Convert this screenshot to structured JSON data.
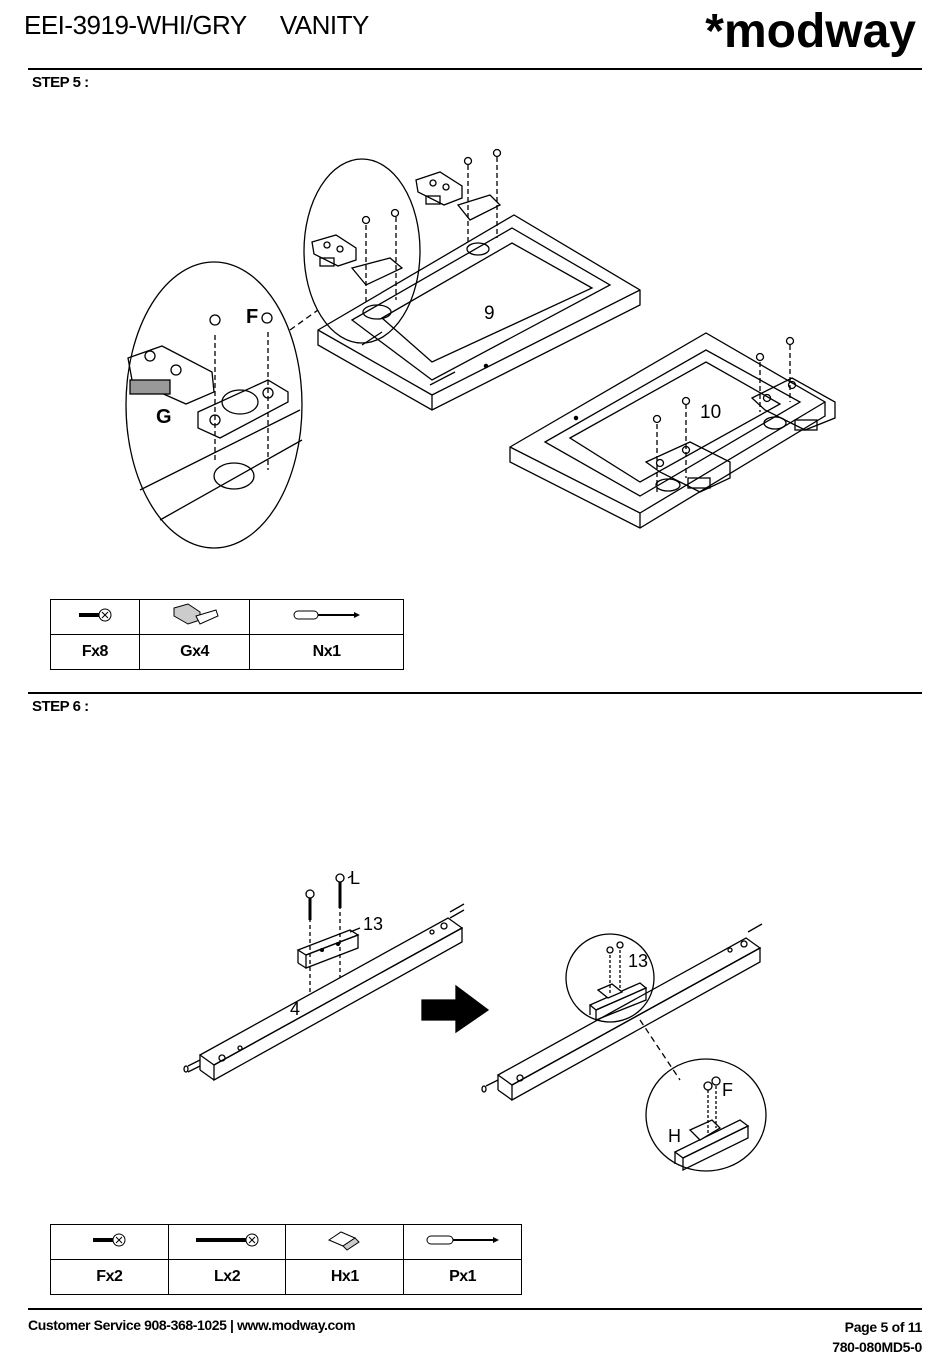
{
  "header": {
    "model": "EEI-3919-WHI/GRY",
    "product": "VANITY",
    "brand": "*modway"
  },
  "step5": {
    "title": "STEP 5 :",
    "callouts": {
      "F": "F",
      "G": "G",
      "part9": "9",
      "part10": "10"
    },
    "parts": [
      {
        "icon": "screw-icon",
        "label": "Fx8"
      },
      {
        "icon": "hinge-icon",
        "label": "Gx4"
      },
      {
        "icon": "screwdriver-icon",
        "label": "Nx1"
      }
    ]
  },
  "step6": {
    "title": "STEP 6 :",
    "callouts": {
      "L": "L",
      "part13a": "13",
      "part4": "4",
      "part13b": "13",
      "F": "F",
      "H": "H"
    },
    "parts": [
      {
        "icon": "screw-icon",
        "label": "Fx2"
      },
      {
        "icon": "long-screw-icon",
        "label": "Lx2"
      },
      {
        "icon": "bracket-icon",
        "label": "Hx1"
      },
      {
        "icon": "screwdriver-icon",
        "label": "Px1"
      }
    ]
  },
  "footer": {
    "service": "Customer Service 908-368-1025 | www.modway.com",
    "page": "Page 5 of 11",
    "doc_code": "780-080MD5-0"
  }
}
